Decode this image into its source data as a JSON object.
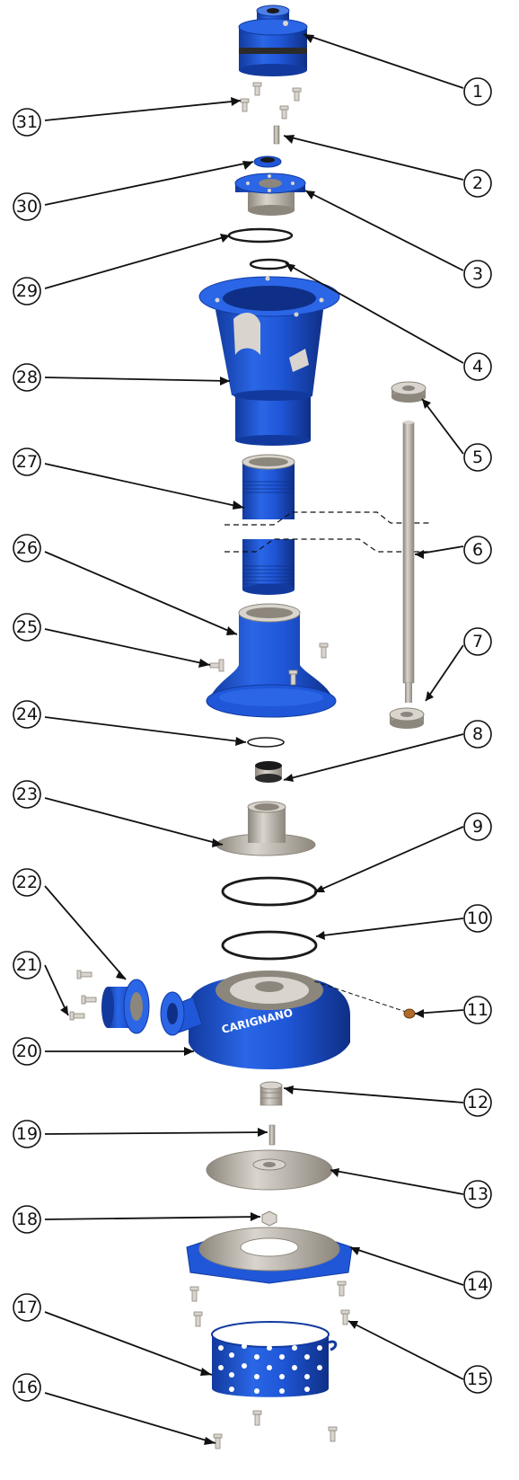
{
  "diagram": {
    "type": "exploded-assembly",
    "brand_text": "CARIGNANO",
    "colors": {
      "blue": "#1f57d8",
      "blue_dark": "#123a9e",
      "blue_light": "#4f7fe8",
      "steel": "#b8b2a8",
      "steel_dark": "#8c867c",
      "steel_light": "#d9d5ce",
      "black": "#1a1a1a",
      "line": "#111111"
    },
    "callouts": [
      {
        "number": "1"
      },
      {
        "number": "2"
      },
      {
        "number": "3"
      },
      {
        "number": "4"
      },
      {
        "number": "5"
      },
      {
        "number": "6"
      },
      {
        "number": "7"
      },
      {
        "number": "8"
      },
      {
        "number": "9"
      },
      {
        "number": "10"
      },
      {
        "number": "11"
      },
      {
        "number": "12"
      },
      {
        "number": "13"
      },
      {
        "number": "14"
      },
      {
        "number": "15"
      },
      {
        "number": "16"
      },
      {
        "number": "17"
      },
      {
        "number": "18"
      },
      {
        "number": "19"
      },
      {
        "number": "20"
      },
      {
        "number": "21"
      },
      {
        "number": "22"
      },
      {
        "number": "23"
      },
      {
        "number": "24"
      },
      {
        "number": "25"
      },
      {
        "number": "26"
      },
      {
        "number": "27"
      },
      {
        "number": "28"
      },
      {
        "number": "29"
      },
      {
        "number": "30"
      },
      {
        "number": "31"
      }
    ]
  }
}
